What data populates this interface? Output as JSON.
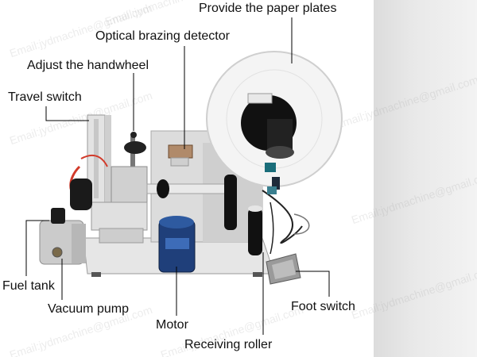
{
  "labels": {
    "paper_plates": "Provide the paper plates",
    "brazing_detector": "Optical brazing detector",
    "handwheel": "Adjust the handwheel",
    "travel_switch": "Travel switch",
    "fuel_tank": "Fuel tank",
    "vacuum_pump": "Vacuum pump",
    "motor": "Motor",
    "receiving_roller": "Receiving roller",
    "foot_switch": "Foot switch"
  },
  "watermark": "Email:jydmachine@gmail.com",
  "colors": {
    "leader_line": "#000000",
    "machine_metal": "#d8d8d8",
    "motor_blue": "#1f3f7a",
    "pump_gray": "#c9c9c9",
    "roll_paper": "#f4f4f4"
  }
}
